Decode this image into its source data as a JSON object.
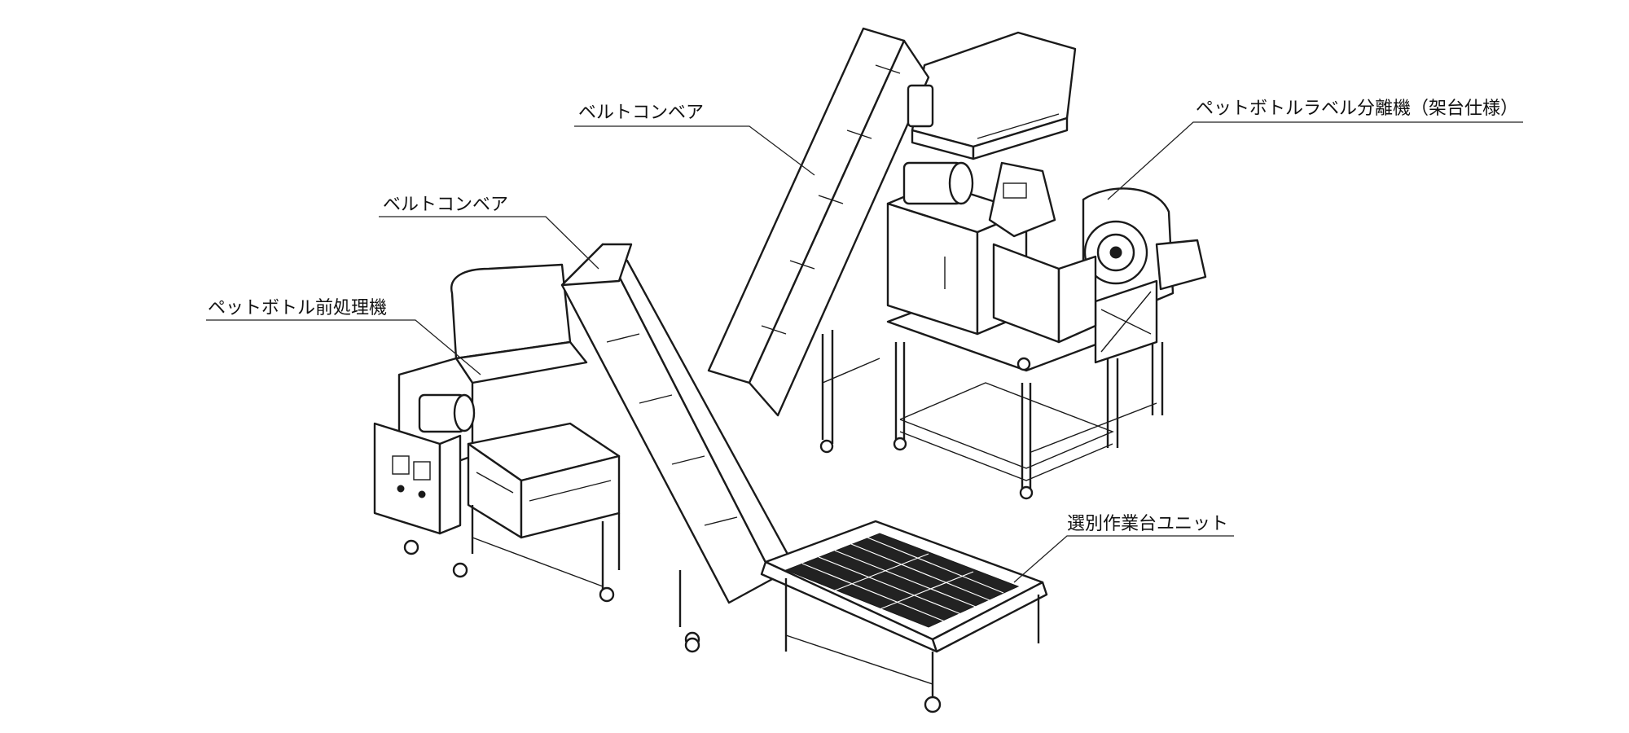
{
  "diagram": {
    "labels": {
      "upper_conveyor": "ベルトコンベア",
      "lower_conveyor": "ベルトコンベア",
      "label_separator": "ペットボトルラベル分離機（架台仕様）",
      "pretreatment": "ペットボトル前処理機",
      "sorting_unit": "選別作業台ユニット"
    },
    "colors": {
      "line": "#1a1a1a",
      "background": "#ffffff"
    }
  }
}
